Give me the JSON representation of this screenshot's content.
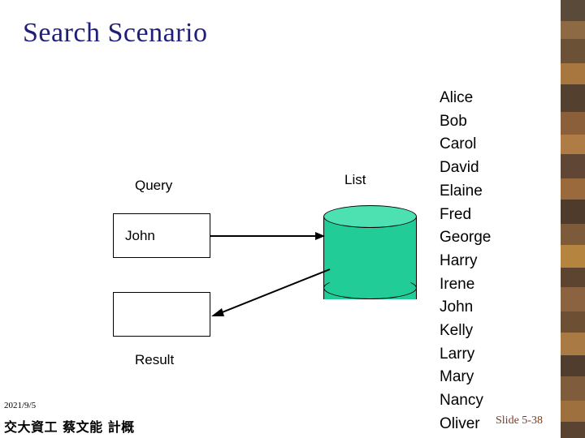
{
  "slide": {
    "title": "Search Scenario",
    "labels": {
      "query": "Query",
      "result": "Result",
      "list": "List"
    },
    "query_box_value": "John",
    "result_box_value": "",
    "database_icon": "cylinder-database-icon",
    "names": [
      "Alice",
      "Bob",
      "Carol",
      "David",
      "Elaine",
      "Fred",
      "George",
      "Harry",
      "Irene",
      "John",
      "Kelly",
      "Larry",
      "Mary",
      "Nancy",
      "Oliver"
    ],
    "footer": {
      "date": "2021/9/5",
      "organization": "交大資工 蔡文能 計概",
      "slide_number": "Slide 5-38"
    },
    "colors": {
      "title": "#1f1f7a",
      "cylinder_body": "#22cc96",
      "cylinder_top": "#4de0b0",
      "slide_number": "#7a3b22"
    }
  }
}
